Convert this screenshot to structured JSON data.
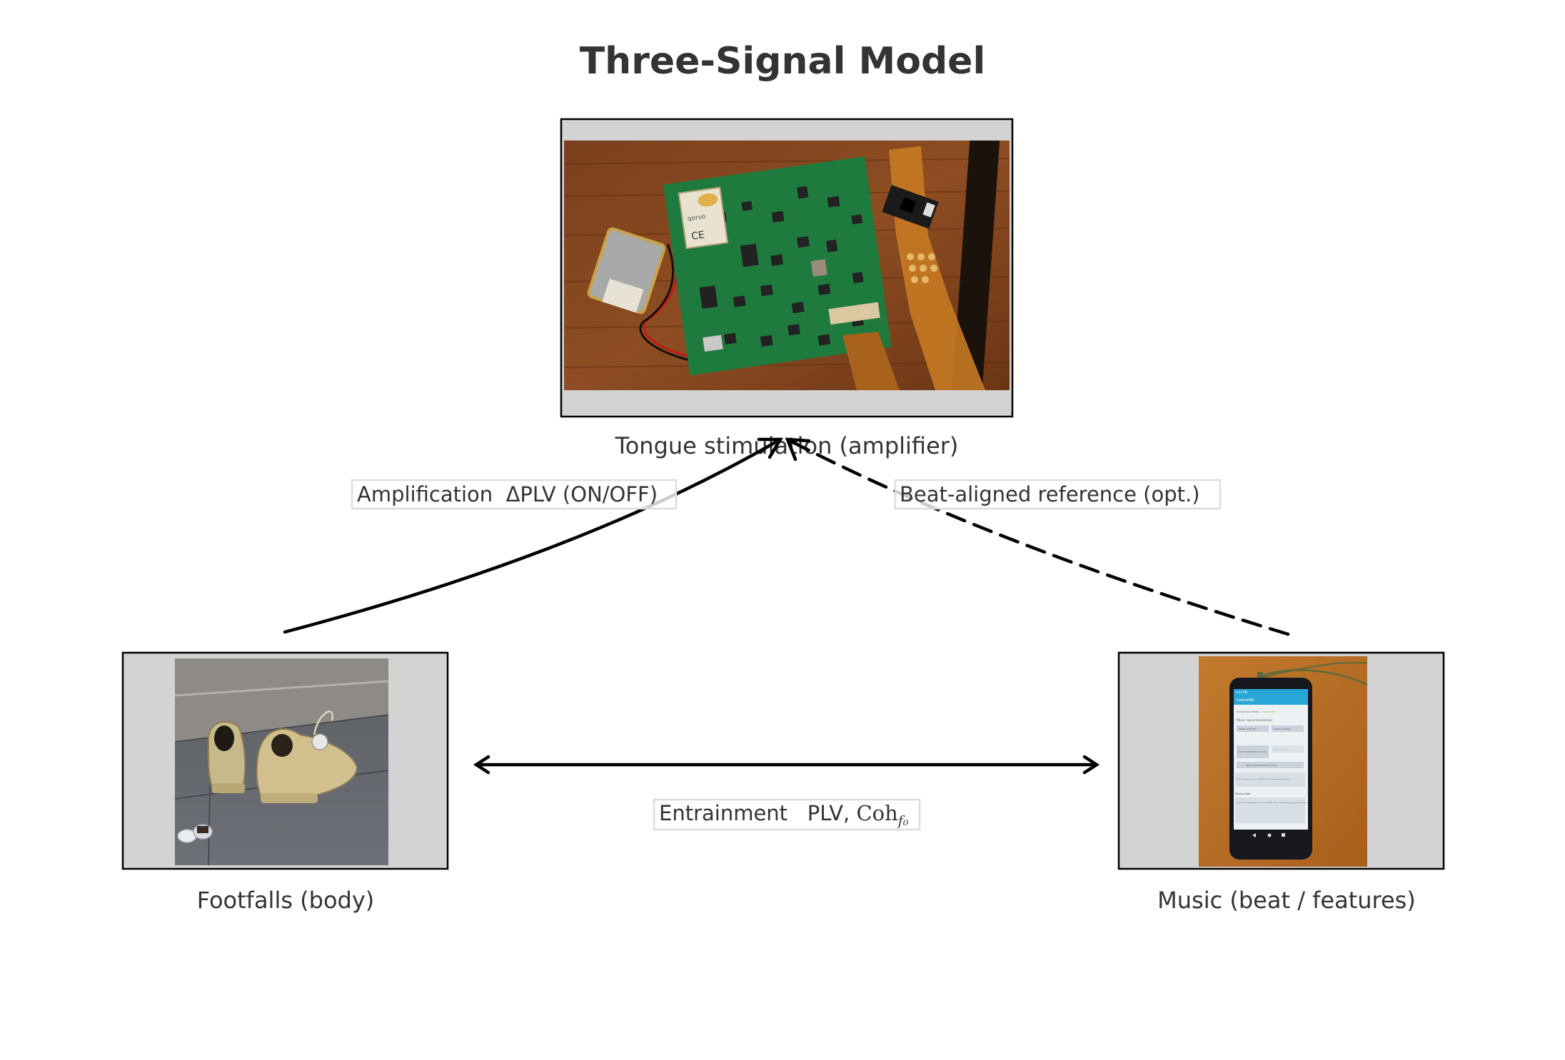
{
  "title": "Three-Signal Model",
  "nodes": {
    "top": {
      "label": "Tongue stimulation (amplifier)",
      "image": "circuit-board-photo",
      "image_text": {
        "module_brand": "qorvo",
        "module_mark": "CE"
      }
    },
    "left": {
      "label": "Footfalls (body)",
      "image": "running-shoes-photo"
    },
    "right": {
      "label": "Music (beat / features)",
      "image": "smartphone-app-photo",
      "phone_screen": {
        "status_time": "3:23 PM",
        "app_name": "footfallNG",
        "connection_label": "Connection Status:",
        "connection_value": "Connected",
        "section_title": "Music Synchronization",
        "buttons": [
          "SELECT MUSIC FILE",
          "SELECT STIMULUS",
          "START SYNCHRONIZED COLLECTION",
          "STOP COLLECTION",
          "VIEW SYNCHRONIZED DATA FILES"
        ],
        "status_message": "Collection stopped - Session: sync_20250920_125159, Duration: 47s, Data points: 6458",
        "device_data_title": "Device Data",
        "device_log": "[12:52:41] Sync: Collection stopped - Session: sync_20250920_125159 ... [12:52:41] Sync: Stopping synchronized collection..."
      }
    }
  },
  "edges": {
    "amplification": {
      "from": "left",
      "to": "top",
      "style": "solid",
      "arrow": "single",
      "label": "Amplification  ΔPLV (ON/OFF)"
    },
    "beat_reference": {
      "from": "right",
      "to": "top",
      "style": "dashed",
      "arrow": "single",
      "label": "Beat-aligned reference (opt.)"
    },
    "entrainment": {
      "from": "left",
      "to": "right",
      "style": "solid",
      "arrow": "double",
      "label_text": "Entrainment   PLV, ",
      "label_math": "Coh",
      "label_sub": "f₀"
    }
  },
  "colors": {
    "text": "#333333",
    "frame_fill": "#d3d3d3",
    "frame_stroke": "#000000",
    "label_box_stroke": "#dddddd",
    "arrow": "#000000"
  }
}
